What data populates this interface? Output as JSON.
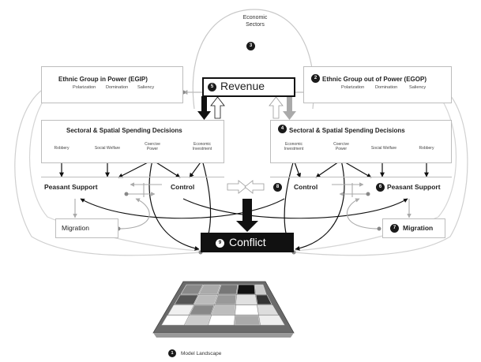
{
  "economic_sectors": {
    "label_line1": "Economic",
    "label_line2": "Sectors",
    "number": "3"
  },
  "revenue": {
    "label": "Revenue",
    "number": "5"
  },
  "egip": {
    "title": "Ethnic Group in Power (EGIP)",
    "subs": [
      "Polarization",
      "Domination",
      "Saliency"
    ]
  },
  "egop": {
    "number": "2",
    "title": "Ethnic Group out of Power (EGOP)",
    "subs": [
      "Polarization",
      "Domination",
      "Saliency"
    ]
  },
  "left_spending": {
    "title": "Sectoral & Spatial Spending Decisions",
    "items": [
      "Robbery",
      "Social Welfare",
      "Coercive Power",
      "Economic Investment"
    ]
  },
  "right_spending": {
    "number": "4",
    "title": "Sectoral & Spatial Spending Decisions",
    "items": [
      "Economic Investment",
      "Coercive Power",
      "Social Welfare",
      "Robbery"
    ]
  },
  "left_peasant": {
    "label": "Peasant Support"
  },
  "left_control": {
    "label": "Control"
  },
  "right_control": {
    "number": "8",
    "label": "Control"
  },
  "right_peasant": {
    "number": "6",
    "label": "Peasant Support"
  },
  "left_migration": {
    "label": "Migration"
  },
  "right_migration": {
    "number": "7",
    "label": "Migration"
  },
  "conflict": {
    "number": "9",
    "label": "Conflict"
  },
  "landscape": {
    "number": "1",
    "label": "Model Landscape"
  }
}
